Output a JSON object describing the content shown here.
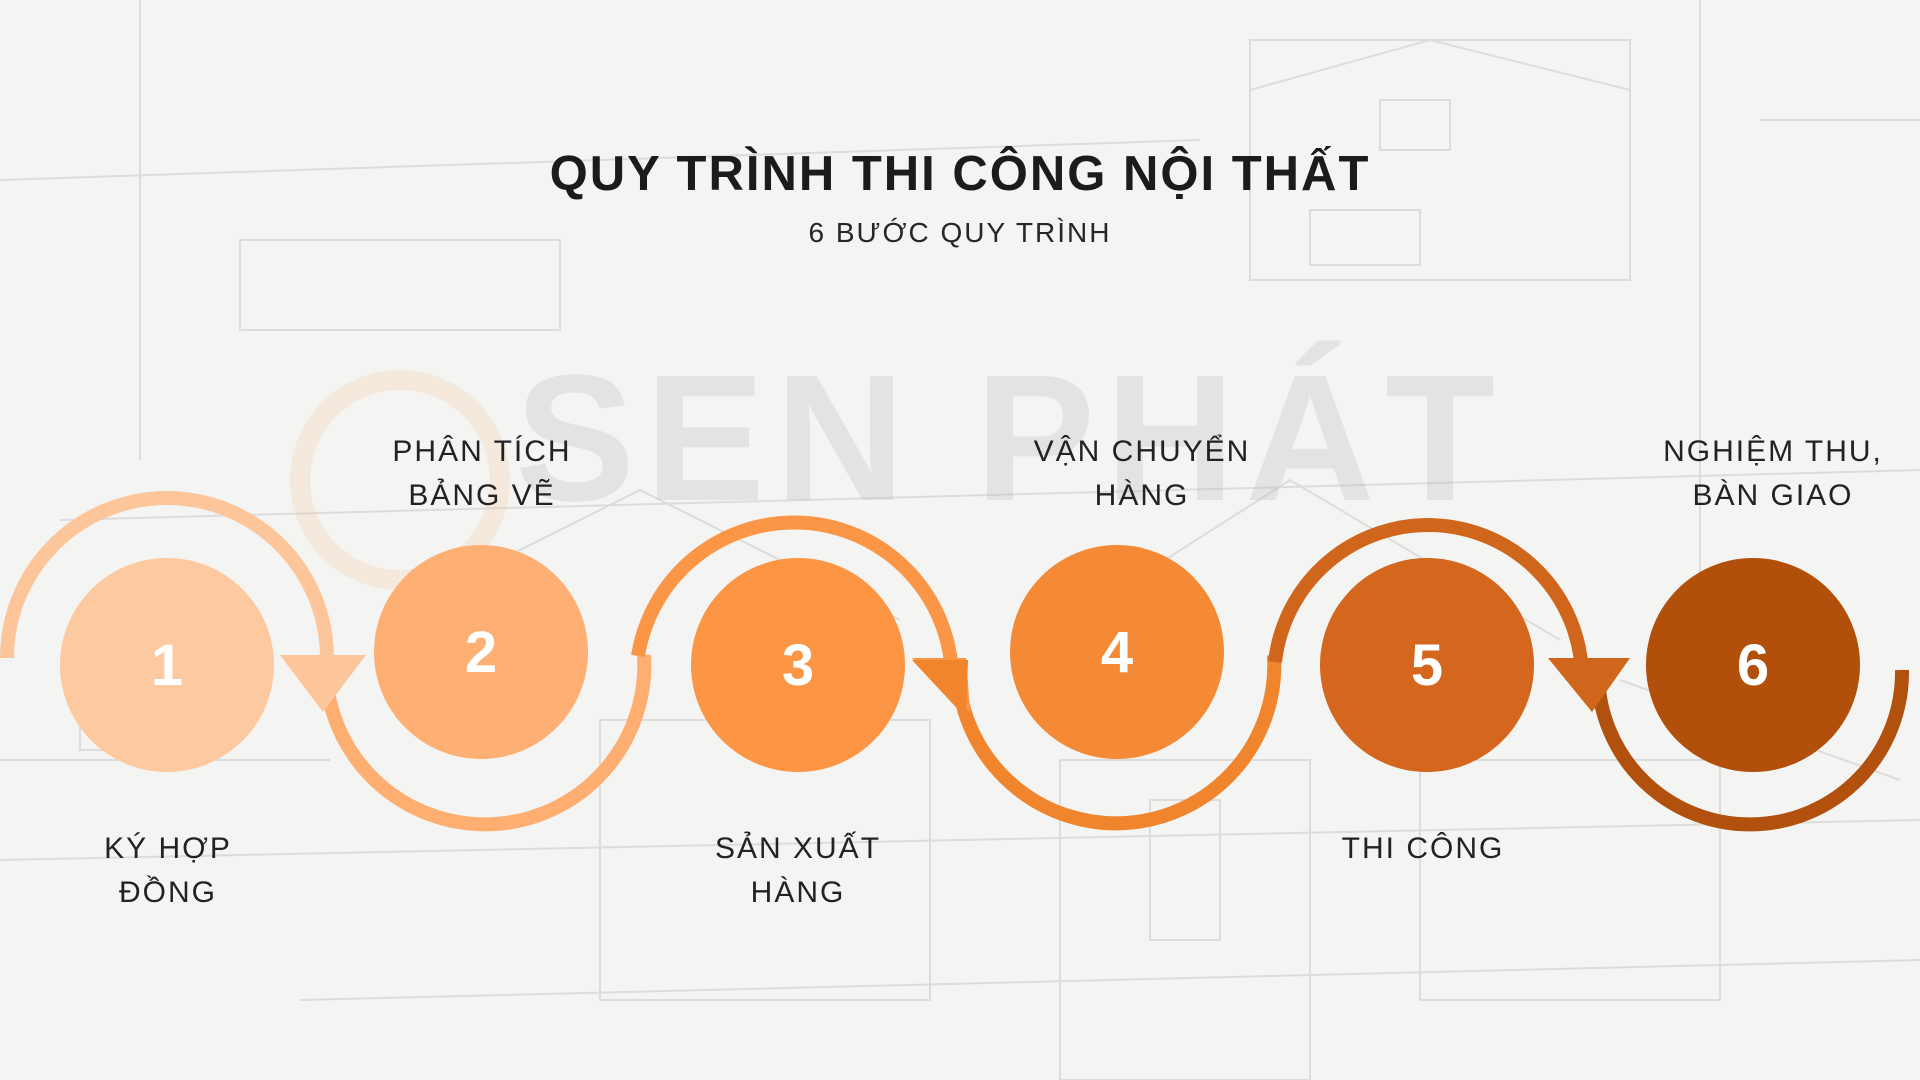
{
  "header": {
    "title": "QUY TRÌNH THI CÔNG NỘI THẤT",
    "subtitle": "6 BƯỚC QUY TRÌNH"
  },
  "watermark": {
    "text": "SEN PHÁT"
  },
  "steps": [
    {
      "number": "1",
      "label": "KÝ HỢP\nĐỒNG",
      "color": "#fdc9a0",
      "arc_color": "#fcc59a"
    },
    {
      "number": "2",
      "label": "PHÂN TÍCH\nBẢNG VẼ",
      "color": "#fdaf74",
      "arc_color": "#fdae70"
    },
    {
      "number": "3",
      "label": "SẢN XUẤT\nHÀNG",
      "color": "#fc9645",
      "arc_color": "#fb9646"
    },
    {
      "number": "4",
      "label": "VẬN CHUYỂN\nHÀNG",
      "color": "#f48a35",
      "arc_color": "#f0852d"
    },
    {
      "number": "5",
      "label": "THI CÔNG",
      "color": "#d4661d",
      "arc_color": "#d0661c"
    },
    {
      "number": "6",
      "label": "NGHIỆM THU,\nBÀN GIAO",
      "color": "#b14f0b",
      "arc_color": "#b2500d"
    }
  ]
}
